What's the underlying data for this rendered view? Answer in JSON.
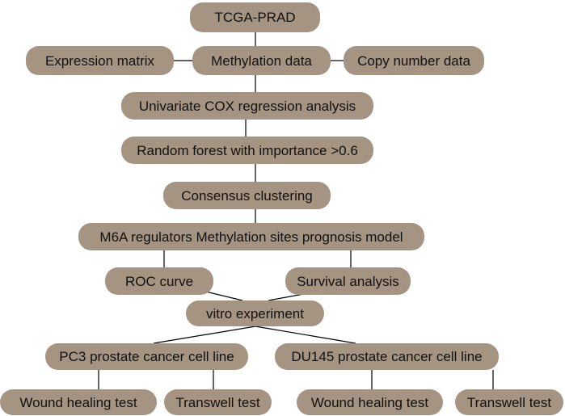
{
  "colors": {
    "node_fill": "#a69482",
    "connector": "#000000",
    "text": "#111111",
    "background": "#ffffff"
  },
  "nodes": {
    "tcga": "TCGA-PRAD",
    "expression": "Expression matrix",
    "methylation": "Methylation data",
    "copy_number": "Copy number data",
    "univariate_cox": "Univariate COX regression analysis",
    "random_forest": "Random forest with importance >0.6",
    "consensus": "Consensus clustering",
    "prognosis_model": "M6A regulators Methylation sites  prognosis model",
    "roc": "ROC curve",
    "survival": "Survival analysis",
    "vitro": "vitro experiment",
    "pc3": "PC3 prostate cancer cell line",
    "du145": "DU145 prostate cancer cell line",
    "pc3_wound": "Wound healing test",
    "pc3_transwell": "Transwell test",
    "du145_wound": "Wound healing test",
    "du145_transwell": "Transwell test"
  },
  "edges": [
    [
      "tcga",
      "methylation"
    ],
    [
      "expression",
      "methylation"
    ],
    [
      "methylation",
      "copy_number"
    ],
    [
      "methylation",
      "univariate_cox"
    ],
    [
      "univariate_cox",
      "random_forest"
    ],
    [
      "random_forest",
      "consensus"
    ],
    [
      "consensus",
      "prognosis_model"
    ],
    [
      "prognosis_model",
      "roc"
    ],
    [
      "prognosis_model",
      "survival"
    ],
    [
      "roc",
      "vitro"
    ],
    [
      "survival",
      "vitro"
    ],
    [
      "vitro",
      "pc3"
    ],
    [
      "vitro",
      "du145"
    ],
    [
      "pc3",
      "pc3_wound"
    ],
    [
      "pc3",
      "pc3_transwell"
    ],
    [
      "du145",
      "du145_wound"
    ],
    [
      "du145",
      "du145_transwell"
    ]
  ]
}
